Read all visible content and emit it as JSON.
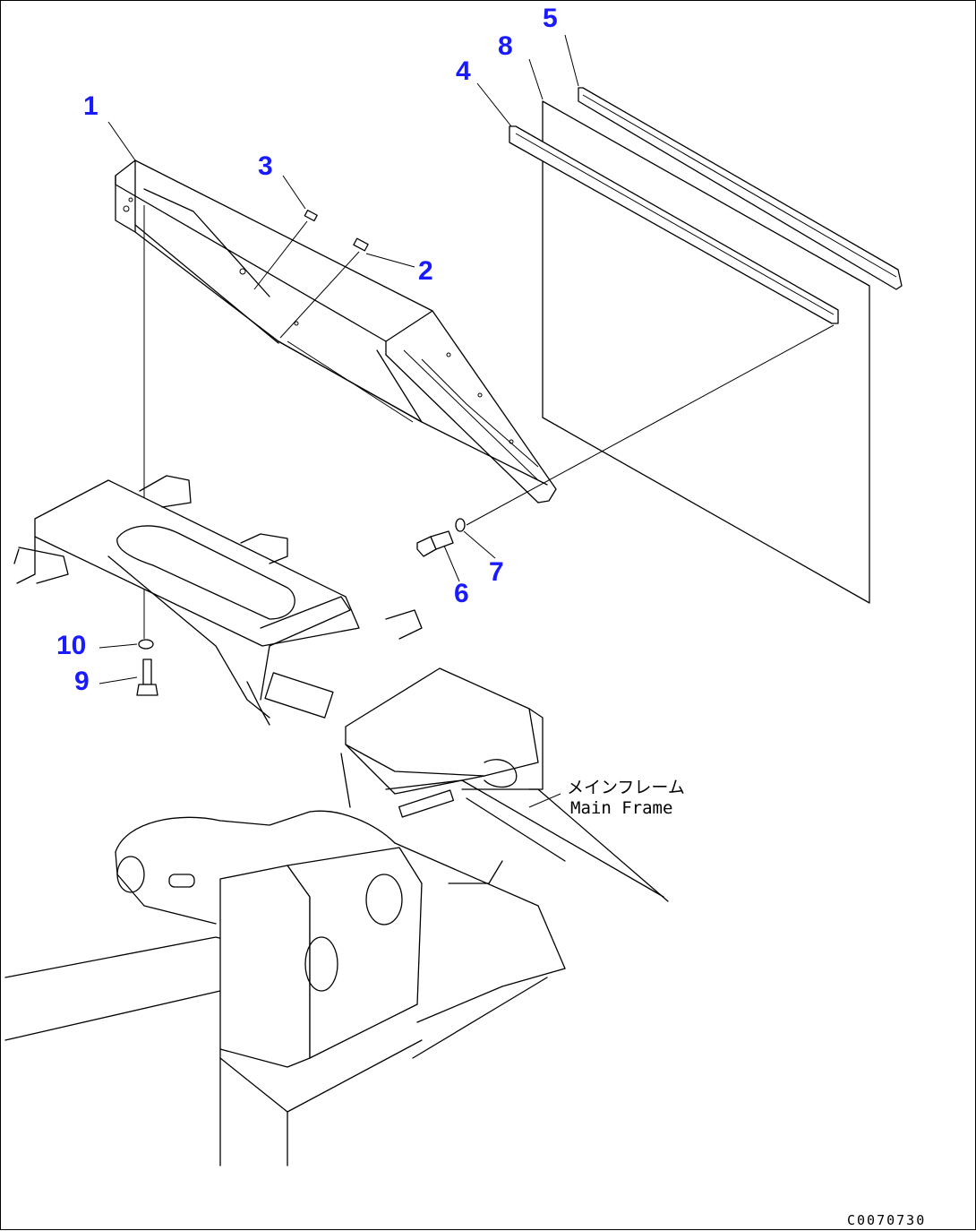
{
  "diagram": {
    "callouts": {
      "c1": "1",
      "c2": "2",
      "c3": "3",
      "c4": "4",
      "c5": "5",
      "c6": "6",
      "c7": "7",
      "c8": "8",
      "c9": "9",
      "c10": "10"
    },
    "frame_label_jp": "メインフレーム",
    "frame_label_en": "Main Frame",
    "drawing_code": "C0070730",
    "callout_color": "#1a1aff"
  }
}
